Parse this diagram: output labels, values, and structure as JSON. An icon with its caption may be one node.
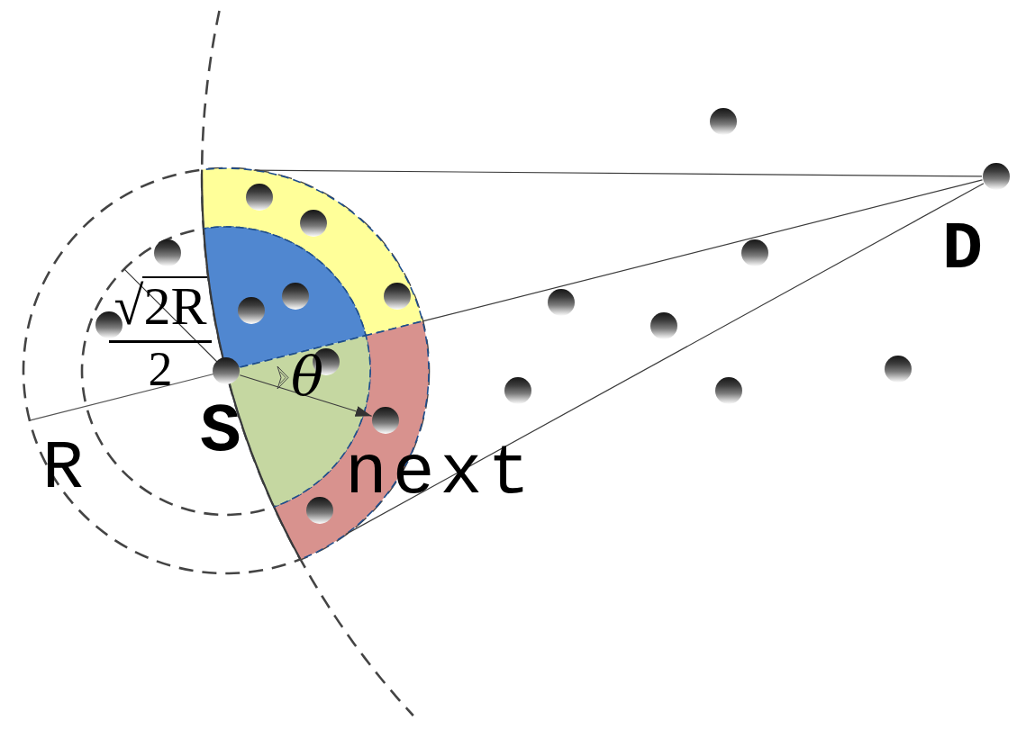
{
  "diagram": {
    "nodes": [
      {
        "text": [],
        "shape": "circle"
      },
      {
        "text": [],
        "shape": "circle",
        "beside": [
          "D"
        ]
      },
      {
        "text": [],
        "shape": "sector"
      },
      {
        "text": [],
        "shape": "circle",
        "in": 2
      },
      {
        "text": [],
        "shape": "circle",
        "in": 2
      },
      {
        "text": [],
        "shape": "sector"
      },
      {
        "text": [],
        "shape": "circle"
      },
      {
        "text": [],
        "shape": "circle"
      },
      {
        "text": [],
        "shape": "circle",
        "in": 5
      },
      {
        "text": [],
        "shape": "circle",
        "in": 5
      },
      {
        "text": [],
        "shape": "circle",
        "in": 2
      },
      {
        "text": [],
        "shape": "circle"
      },
      {
        "text": [],
        "shape": "circle"
      },
      {
        "text": [],
        "shape": "circle"
      },
      {
        "text": [],
        "shape": "sector"
      },
      {
        "text": [],
        "shape": "sector"
      },
      {
        "text": [],
        "shape": "circle",
        "beside": [
          "S"
        ]
      },
      {
        "text": [],
        "shape": "circle",
        "in": 15
      },
      {
        "text": [],
        "shape": "circle"
      },
      {
        "text": [],
        "shape": "circle"
      },
      {
        "text": [],
        "shape": "circle"
      },
      {
        "text": [],
        "shape": "circle",
        "in": 14,
        "beside": [
          "next"
        ]
      },
      {
        "text": [],
        "shape": "circle",
        "in": 14
      }
    ],
    "edges": [
      {
        "from": 16,
        "to": 21,
        "arrow": "to"
      },
      {
        "from": 1,
        "to": 2,
        "arrow": "none"
      },
      {
        "from": 1,
        "to": 14,
        "arrow": "none"
      },
      {
        "from": 1,
        "to": 14,
        "arrow": "none"
      }
    ],
    "labels": [
      "√2R",
      "2",
      "θ",
      "R"
    ]
  }
}
